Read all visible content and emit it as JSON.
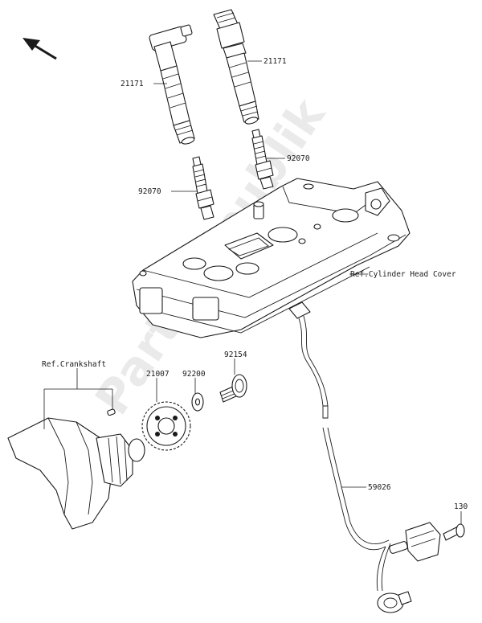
{
  "watermark": "PartsRepublik",
  "labels": {
    "ignition_coil_left": "21171",
    "ignition_coil_right": "21171",
    "spark_plug_left": "92070",
    "spark_plug_right": "92070",
    "cylinder_head_cover_ref": "Ref.Cylinder Head Cover",
    "crankshaft_ref": "Ref.Crankshaft",
    "rotor": "21007",
    "washer": "92200",
    "bolt": "92154",
    "pickup_coil_lead": "59026",
    "sensor_bolt": "130"
  },
  "icons": {
    "direction_arrow": "arrow-up-left-icon"
  }
}
